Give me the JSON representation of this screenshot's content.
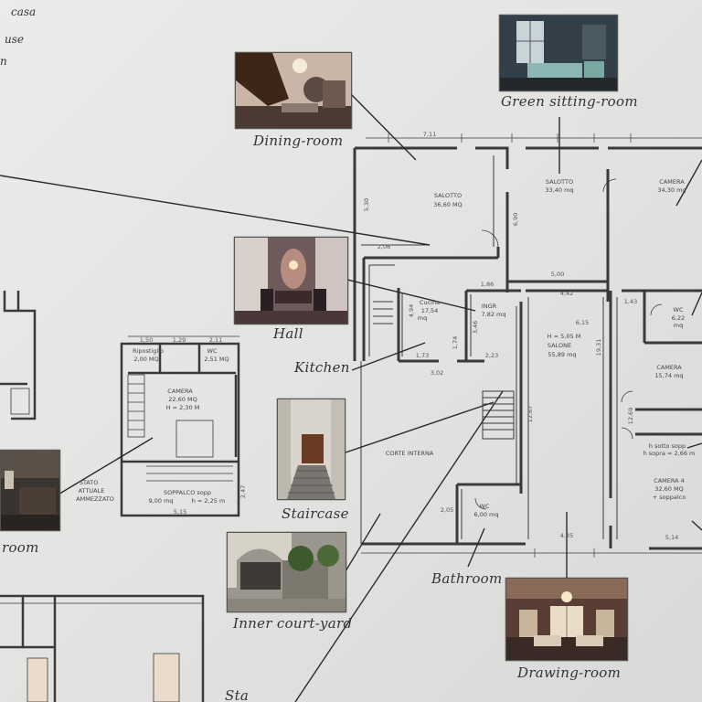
{
  "corner_text": [
    "casa",
    "use",
    "n"
  ],
  "captions": {
    "green_sitting_room": "Green sitting-room",
    "dining_room": "Dining-room",
    "hall": "Hall",
    "kitchen": "Kitchen",
    "staircase": "Staircase",
    "bathroom": "Bathroom",
    "inner_court_yard": "Inner court-yard",
    "drawing_room": "Drawing-room",
    "left_room_fragment": "room",
    "bottom_fragment": "Sta"
  },
  "rooms": {
    "salotto_left": [
      "SALOTTO",
      "36,60 MQ"
    ],
    "salotto_mid": [
      "SALOTTO",
      "33,40 mq"
    ],
    "camera_top_right": [
      "CAMERA",
      "34,30 mq"
    ],
    "cucina": [
      "Cucina",
      "17,54",
      "mq"
    ],
    "ingr": [
      "INGR",
      "7,82 mq"
    ],
    "salone": [
      "H = 5,05 M",
      "SALONE",
      "55,89 mq"
    ],
    "wc_right": [
      "WC",
      "6,22",
      "mq"
    ],
    "camera_right": [
      "CAMERA",
      "15,74 mq"
    ],
    "soppalco_right": [
      "h sotto sopp",
      "h sopra = 2,66 m"
    ],
    "camera4": [
      "CAMERA 4",
      "32,60 MQ",
      "+ soppalco"
    ],
    "corte": [
      "CORTE INTERNA"
    ],
    "wc_bottom": [
      "WC",
      "6,00 mq"
    ],
    "left_ripostiglio": [
      "Ripostiglio",
      "2,00 MQ"
    ],
    "left_wc": [
      "WC",
      "2,51 MQ"
    ],
    "left_camera": [
      "CAMERA",
      "22,60 MQ",
      "H = 2,30 M"
    ],
    "left_soppalco": [
      "SOPPALCO sopp",
      "9,00 mq",
      "h = 2,25 m"
    ],
    "stato": [
      "STATO",
      "ATTUALE",
      "AMMEZZATO"
    ]
  },
  "dimensions": {
    "d711": "7,11",
    "d530": "5,30",
    "d206": "2,06",
    "d690": "6,90",
    "d500": "5,00",
    "d442": "4,42",
    "d143": "1,43",
    "d615": "6,15",
    "d494": "4,94",
    "d346": "3,46",
    "d173": "1,73",
    "d302": "3,02",
    "d223": "2,23",
    "d174": "1,74",
    "d1931": "19,31",
    "d1267": "12,67",
    "d1269": "12,69",
    "d435": "4,35",
    "d514": "5,14",
    "d205": "2,05",
    "d150": "1,50",
    "d129": "1,29",
    "d211": "2,11",
    "d515": "5,15",
    "d247": "2,47",
    "d100": "1,86"
  }
}
